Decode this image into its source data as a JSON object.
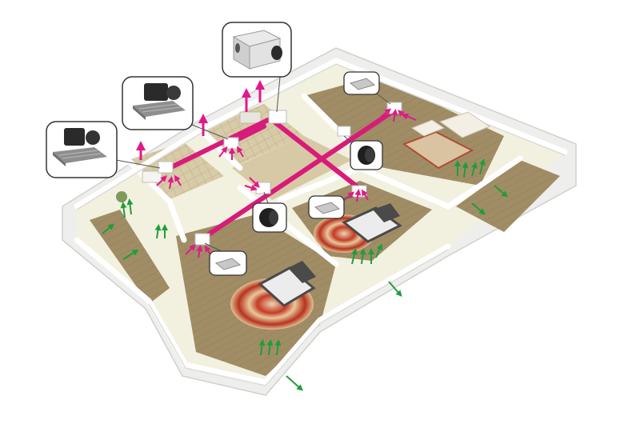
{
  "colors": {
    "background": "#ffffff",
    "wall_exterior": "#f4f4f2",
    "wall_top": "#ffffff",
    "wall_shadow": "#d9d9d6",
    "floor_wood": "#a08d66",
    "floor_tile": "#c9b994",
    "room_wall": "#f2f0df",
    "exhaust_duct": "#d81b7a",
    "exhaust_arrow": "#e0198a",
    "fresh_air_arrow": "#1e9e3a",
    "rug_red": "#c63a26",
    "rug_cream": "#e9d6b2",
    "bed_dark": "#4a4a4a",
    "bed_linen": "#ececec",
    "sofa": "#f3efe4",
    "device_box": "#ffffff",
    "callout_border": "#333333"
  },
  "legend_meaning": {
    "magenta_lines": "exhaust-duct",
    "magenta_arrows": "exhaust-air-flow",
    "green_arrows": "fresh-air-intake"
  },
  "devices": [
    {
      "icon": "inline-duct-fan-box-icon"
    },
    {
      "icon": "ceiling-exhaust-fan-icon"
    },
    {
      "icon": "ceiling-exhaust-fan-small-icon"
    },
    {
      "icon": "ceiling-grille-icon"
    },
    {
      "icon": "inline-round-fan-icon"
    },
    {
      "icon": "inline-round-fan-icon"
    },
    {
      "icon": "ceiling-grille-icon"
    },
    {
      "icon": "ceiling-grille-icon"
    }
  ]
}
